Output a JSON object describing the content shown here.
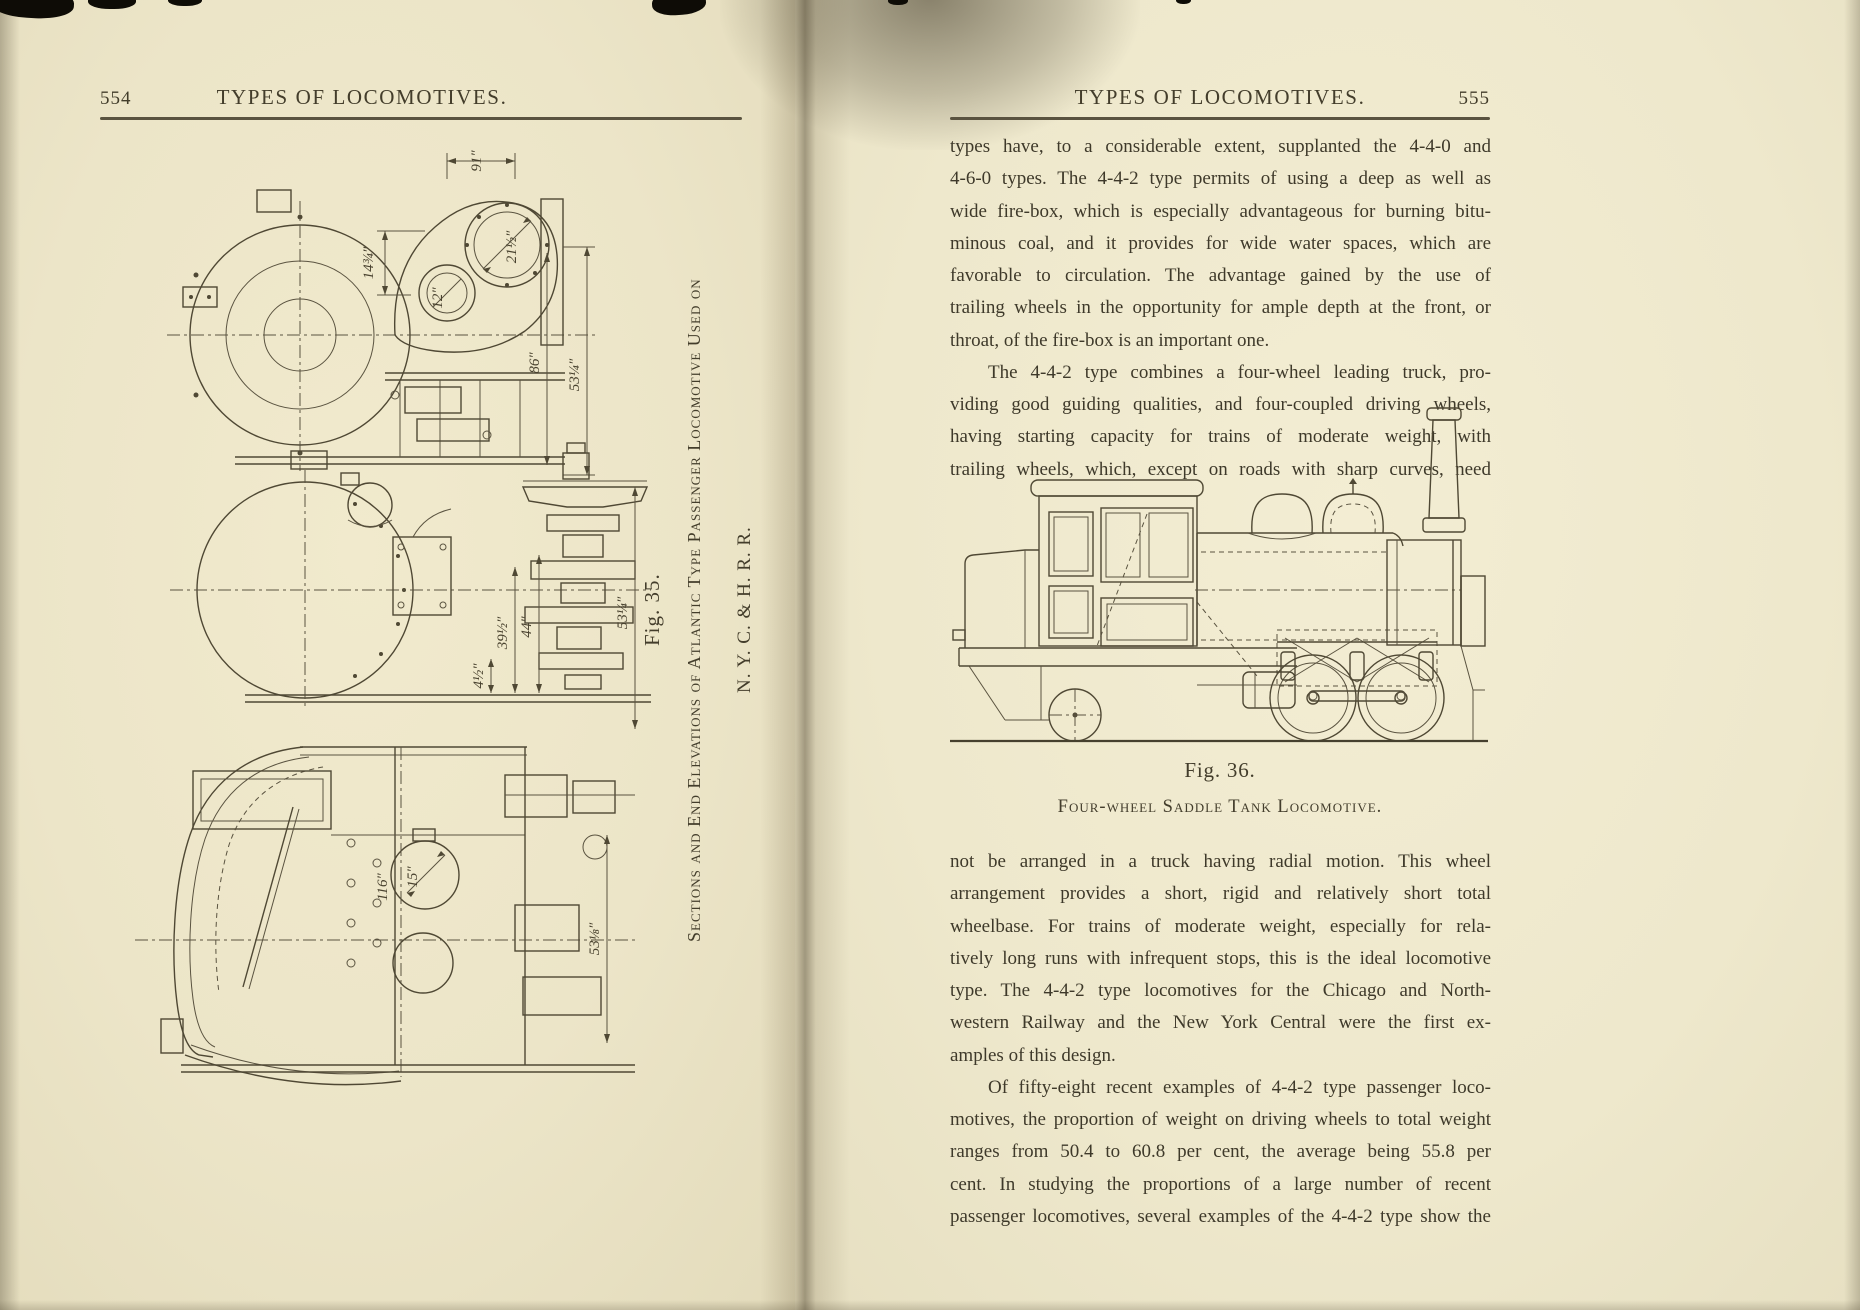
{
  "book": {
    "running_head": "TYPES OF LOCOMOTIVES.",
    "left_page_number": "554",
    "right_page_number": "555"
  },
  "left_page": {
    "figure": {
      "fig_label": "Fig. 35.",
      "caption_line1": "Sections and End Elevations of Atlantic Type Passenger Locomotive Used on",
      "caption_line2": "N. Y. C. & H. R. R.",
      "dims": {
        "d91": "91″",
        "d1434": "14¾″",
        "d2112": "21½″",
        "d12": "12″",
        "d86": "86″",
        "d5314a": "53¼″",
        "d412": "4½″",
        "d3912": "39½″",
        "d44": "44″",
        "d5314b": "53¼″",
        "d15": "15″",
        "d116": "116″",
        "d5318": "53⅛″"
      }
    }
  },
  "right_page": {
    "body_top": [
      {
        "indent": false,
        "flush_last": false,
        "lines": [
          "types have, to a considerable extent, supplanted the 4-4-0 and",
          "4-6-0 types.  The 4-4-2 type permits of using a deep as well as",
          "wide fire-box, which is especially advantageous for burning bitu-",
          "minous coal, and it provides for wide water spaces, which are",
          "favorable to circulation.  The advantage gained by the use of",
          "trailing wheels in the opportunity for ample depth at the front, or",
          "throat, of the fire-box is an important one."
        ]
      },
      {
        "indent": true,
        "flush_last": true,
        "lines": [
          "The 4-4-2 type combines a four-wheel leading truck, pro-",
          "viding good guiding qualities, and four-coupled driving wheels,",
          "having starting capacity for trains of moderate weight, with",
          "trailing wheels, which, except on roads with sharp curves, need"
        ]
      }
    ],
    "figure": {
      "fig_label": "Fig. 36.",
      "caption": "Four-wheel Saddle Tank Locomotive."
    },
    "body_bottom": [
      {
        "indent": false,
        "flush_last": false,
        "lines": [
          "not be arranged in a truck having radial motion.  This wheel",
          "arrangement provides a short, rigid and relatively short total",
          "wheelbase.  For trains of moderate weight, especially for rela-",
          "tively long runs with infrequent stops, this is the ideal locomotive",
          "type.  The 4-4-2 type locomotives for the Chicago and North-",
          "western Railway and the New York Central were the first ex-",
          "amples of this design."
        ]
      },
      {
        "indent": true,
        "flush_last": true,
        "lines": [
          "Of fifty-eight recent examples of 4-4-2 type passenger loco-",
          "motives, the proportion of weight on driving wheels to total weight",
          "ranges from 50.4 to 60.8 per cent, the average being 55.8 per",
          "cent.  In studying the proportions of a large number of recent",
          "passenger locomotives, several examples of the 4-4-2 type show the"
        ]
      }
    ]
  }
}
